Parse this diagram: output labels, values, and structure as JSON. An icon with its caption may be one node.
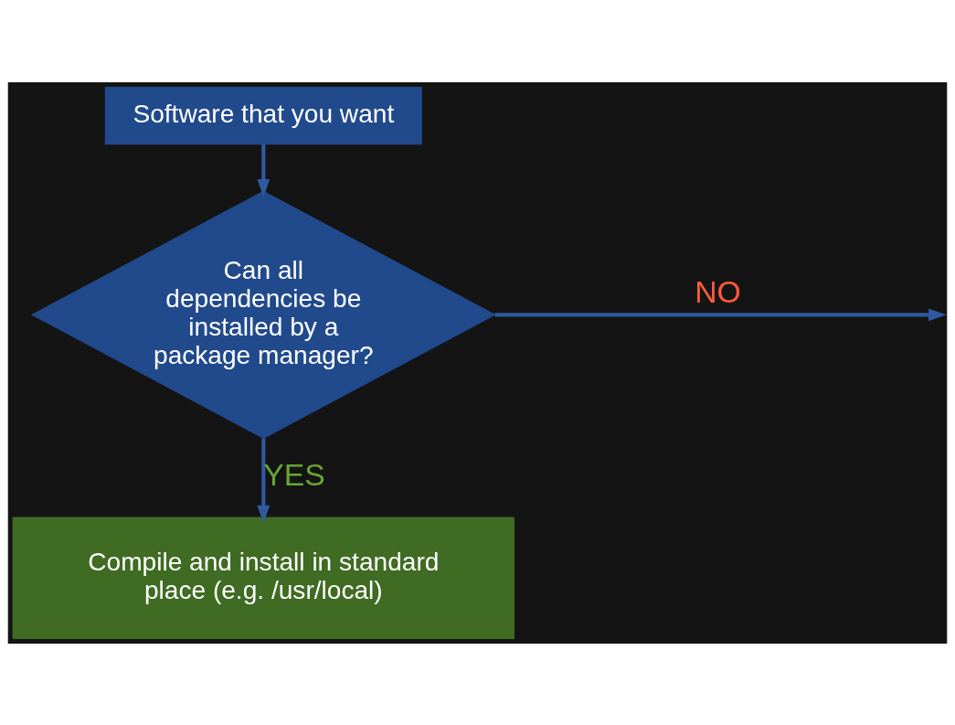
{
  "diagram": {
    "nodes": [
      {
        "text": [
          "Software that you want"
        ]
      },
      {
        "text": [
          "Can all dependencies be installed by a package manager?"
        ]
      },
      {
        "text": [
          "Compile and install in standard place (e.g. /usr/local)"
        ]
      }
    ],
    "edges": [
      {
        "from": 0,
        "to": 1,
        "arrow": "to"
      },
      {
        "from": 1,
        "to": null,
        "arrow": "to",
        "label": "NO"
      },
      {
        "from": 1,
        "to": 2,
        "arrow": "to",
        "label": "YES"
      }
    ]
  }
}
